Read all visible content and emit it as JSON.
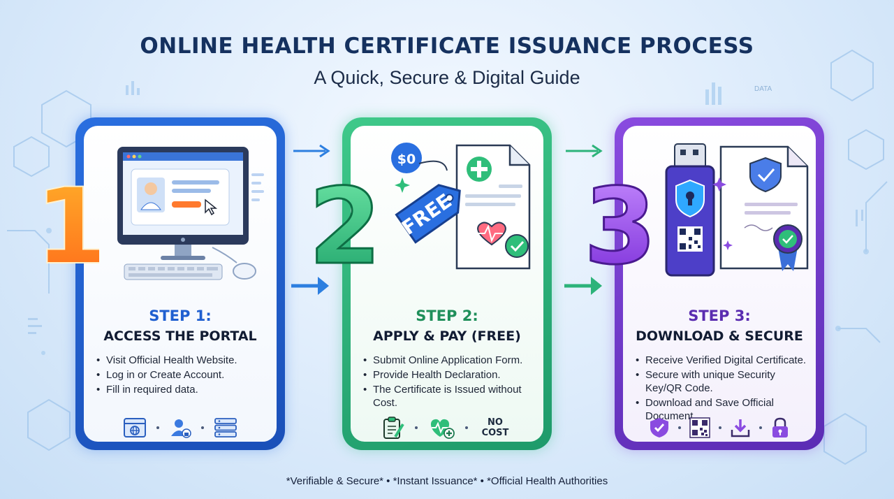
{
  "header": {
    "title": "ONLINE HEALTH CERTIFICATE ISSUANCE PROCESS",
    "subtitle": "A Quick, Secure & Digital Guide"
  },
  "decor": {
    "data_tag": "DATA"
  },
  "steps": [
    {
      "number": "1",
      "label": "STEP 1:",
      "title": "ACCESS THE PORTAL",
      "bullets": [
        "Visit Official Health Website.",
        "Log in or Create Account.",
        "Fill in required data."
      ],
      "color": "#1f5fd0",
      "icons": [
        "browser-globe-icon",
        "user-lock-icon",
        "server-icon"
      ]
    },
    {
      "number": "2",
      "label": "STEP 2:",
      "title": "APPLY & PAY (FREE)",
      "bullets": [
        "Submit Online Application Form.",
        "Provide Health Declaration.",
        "The Certificate is Issued without Cost."
      ],
      "color": "#1f8f5a",
      "price_badge": "$0",
      "tag_text": "FREE",
      "no_cost": "NO COST",
      "icons": [
        "clipboard-pen-icon",
        "heart-pulse-icon"
      ]
    },
    {
      "number": "3",
      "label": "STEP 3:",
      "title": "DOWNLOAD & SECURE",
      "bullets": [
        "Receive Verified Digital Certificate.",
        "Secure with unique Security Key/QR Code.",
        "Download and Save Official Document."
      ],
      "color": "#5a2cb0",
      "icons": [
        "shield-check-icon",
        "qr-code-icon",
        "download-icon",
        "padlock-icon"
      ]
    }
  ],
  "footer": {
    "text": "*Verifiable & Secure* • *Instant Issuance* • *Official Health Authorities"
  }
}
